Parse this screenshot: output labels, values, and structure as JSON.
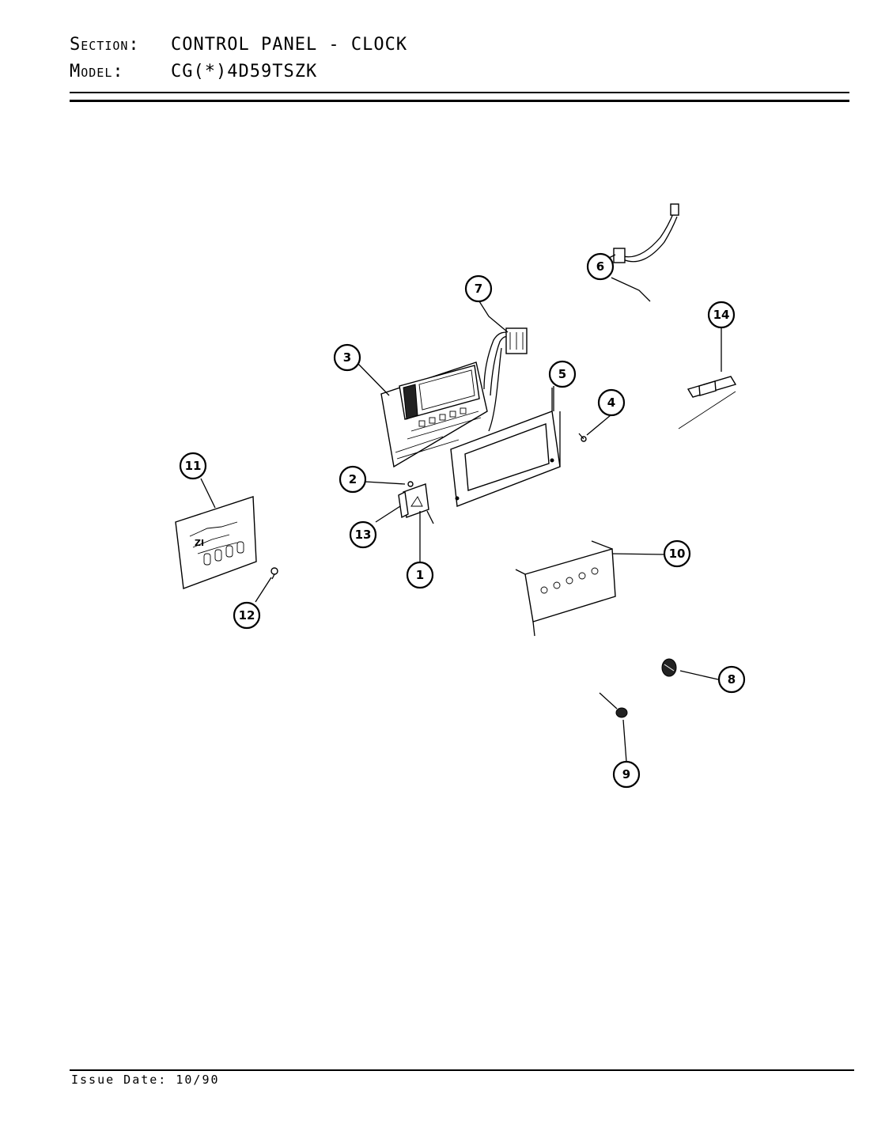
{
  "header": {
    "section_label": "Section:",
    "section_value": "CONTROL PANEL - CLOCK",
    "model_label": "Model:",
    "model_value": "CG(*)4D59TSZK"
  },
  "footer": {
    "issue_date": "Issue Date: 10/90"
  },
  "callouts": [
    "1",
    "2",
    "3",
    "4",
    "5",
    "6",
    "7",
    "8",
    "9",
    "10",
    "11",
    "12",
    "13",
    "14"
  ]
}
